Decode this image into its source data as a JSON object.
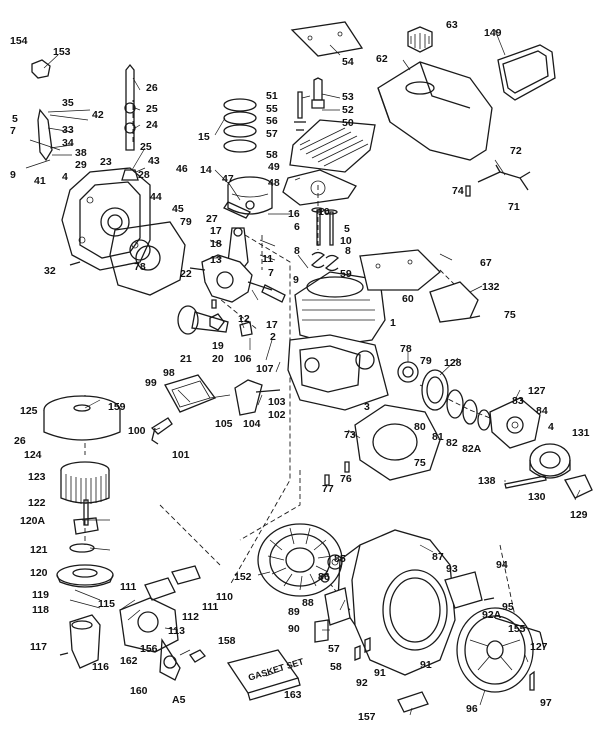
{
  "figure_code": "A5",
  "gasket_kit_text": "GASKET SET",
  "callouts": {
    "c154": "154",
    "c153": "153",
    "c5a": "5",
    "c7a": "7",
    "c35": "35",
    "c42": "42",
    "c33": "33",
    "c34": "34",
    "c38": "38",
    "c9a": "9",
    "c29": "29",
    "c23": "23",
    "c41": "41",
    "c4a": "4",
    "c43": "43",
    "c28": "28",
    "c25a": "25",
    "c25b": "25",
    "c24": "24",
    "c26a": "26",
    "c15": "15",
    "c14": "14",
    "c47": "47",
    "c45": "45",
    "c46": "46",
    "c44": "44",
    "c16": "16",
    "c27": "27",
    "c79a": "79",
    "c78a": "78",
    "c17a": "17",
    "c18": "18",
    "c13": "13",
    "c22": "22",
    "c11": "11",
    "c7b": "7",
    "c32": "32",
    "c12": "12",
    "c17b": "17",
    "c19": "19",
    "c20": "20",
    "c21": "21",
    "c106": "106",
    "c2": "2",
    "c107": "107",
    "c98": "98",
    "c99": "99",
    "c103": "103",
    "c102": "102",
    "c105": "105",
    "c104": "104",
    "c100": "100",
    "c101": "101",
    "c125": "125",
    "c159": "159",
    "c26b": "26",
    "c124": "124",
    "c123": "123",
    "c122": "122",
    "c120A": "120A",
    "c121": "121",
    "c120": "120",
    "c119": "119",
    "c118": "118",
    "c115": "115",
    "c117": "117",
    "c116": "116",
    "c111a": "111",
    "c111b": "111",
    "c112": "112",
    "c110": "110",
    "c113": "113",
    "c162": "162",
    "c156": "156",
    "c158": "158",
    "c160": "160",
    "c163": "163",
    "c54": "54",
    "c51": "51",
    "c55": "55",
    "c56": "56",
    "c57a": "57",
    "c53": "53",
    "c52": "52",
    "c50": "50",
    "c58": "58",
    "c49": "49",
    "c48": "48",
    "c62": "62",
    "c63": "63",
    "c149": "149",
    "c72": "72",
    "c74": "74",
    "c71": "71",
    "c6": "6",
    "c10a": "10",
    "c5b": "5",
    "c10b": "10",
    "c8a": "8",
    "c8b": "8",
    "c9b": "9",
    "c59": "59",
    "c67": "67",
    "c60": "60",
    "c132": "132",
    "c75a": "75",
    "c1": "1",
    "c78b": "78",
    "c79b": "79",
    "c128": "128",
    "c127a": "127",
    "c83": "83",
    "c84": "84",
    "c4b": "4",
    "c131": "131",
    "c3": "3",
    "c73": "73",
    "c80": "80",
    "c81": "81",
    "c82": "82",
    "c82A": "82A",
    "c75b": "75",
    "c76": "76",
    "c77": "77",
    "c138": "138",
    "c130": "130",
    "c129": "129",
    "c152": "152",
    "c85": "85",
    "c86": "86",
    "c87": "87",
    "c93": "93",
    "c94": "94",
    "c88": "88",
    "c89": "89",
    "c90": "90",
    "c92A": "92A",
    "c95": "95",
    "c155": "155",
    "c57b": "57",
    "c58b": "58",
    "c92": "92",
    "c91": "91",
    "c127b": "127",
    "c157": "157",
    "c96": "96",
    "c97": "97"
  }
}
